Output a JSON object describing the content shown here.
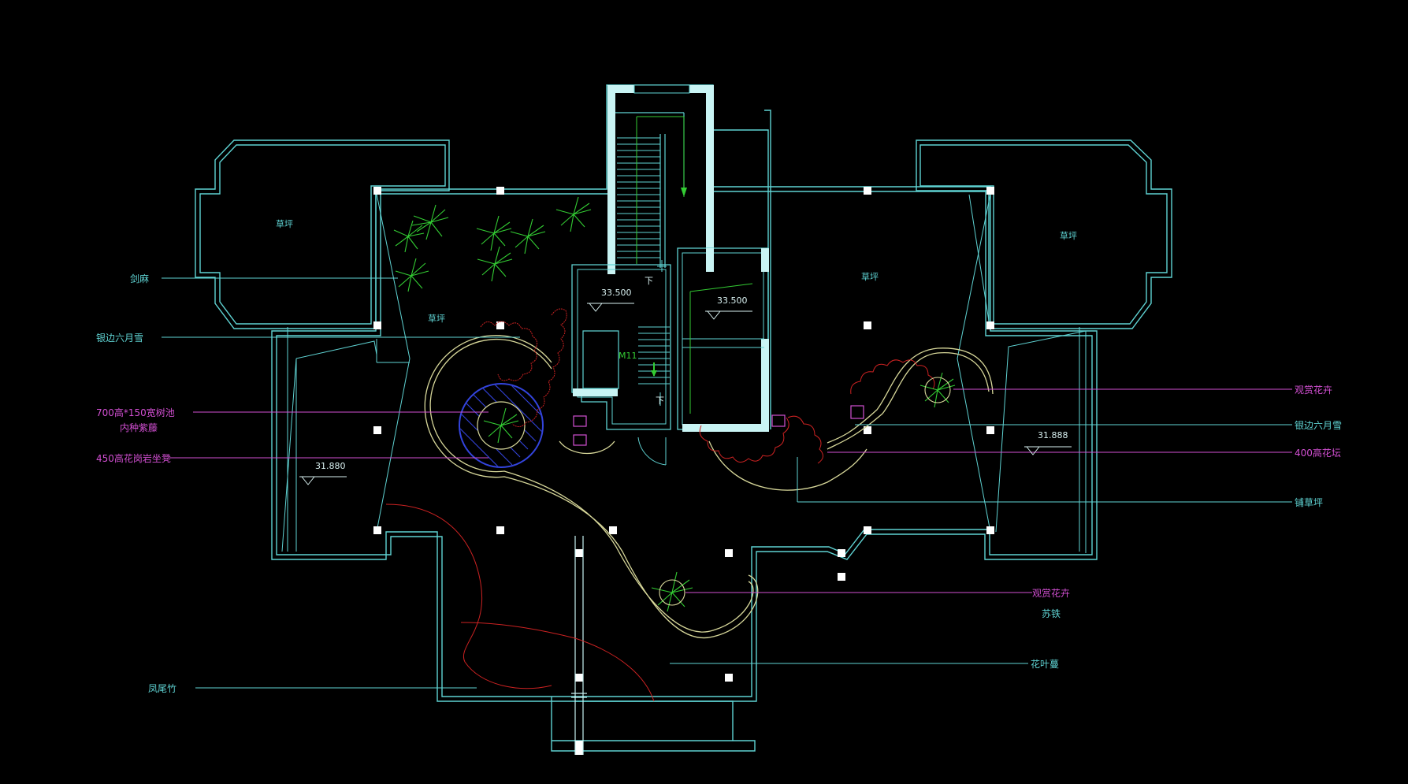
{
  "colors": {
    "background": "#000000",
    "wall": "#5fd3d3",
    "callout_cyan": "#5fd3d3",
    "callout_magenta": "#d24fd2",
    "plant": "#33cc33",
    "hedge_red": "#cc2222",
    "path_yellow": "#d8d89a",
    "pool_blue": "#3344dd",
    "white": "#ffffff",
    "stair_green": "#33cc33"
  },
  "icons": {
    "plant": "palm-plant-icon",
    "elevation": "elevation-marker-icon",
    "column": "column-square-icon"
  },
  "labels": {
    "lawn_tl": "草坪",
    "lawn_tr": "草坪",
    "lawn_center_left": "草坪",
    "lawn_center_right": "草坪",
    "elev_stair_left": "33.500",
    "elev_stair_right": "33.500",
    "elev_left": "31.880",
    "elev_right": "31.888",
    "down_upper": "下",
    "down_lower": "下",
    "door_tag": "M11"
  },
  "callouts": {
    "left": [
      {
        "text": "剑麻",
        "color": "cyan"
      },
      {
        "text": "银边六月雪",
        "color": "cyan"
      },
      {
        "text": "700高*150宽树池",
        "color": "magenta"
      },
      {
        "text": "内种紫藤",
        "color": "magenta"
      },
      {
        "text": "450高花岗岩坐凳",
        "color": "magenta"
      },
      {
        "text": "凤尾竹",
        "color": "cyan"
      }
    ],
    "right": [
      {
        "text": "观赏花卉",
        "color": "magenta"
      },
      {
        "text": "银边六月雪",
        "color": "cyan"
      },
      {
        "text": "400高花坛",
        "color": "magenta"
      },
      {
        "text": "铺草坪",
        "color": "cyan"
      },
      {
        "text": "观赏花卉",
        "color": "magenta"
      },
      {
        "text": "苏铁",
        "color": "cyan"
      },
      {
        "text": "花叶蔓",
        "color": "cyan"
      }
    ]
  }
}
